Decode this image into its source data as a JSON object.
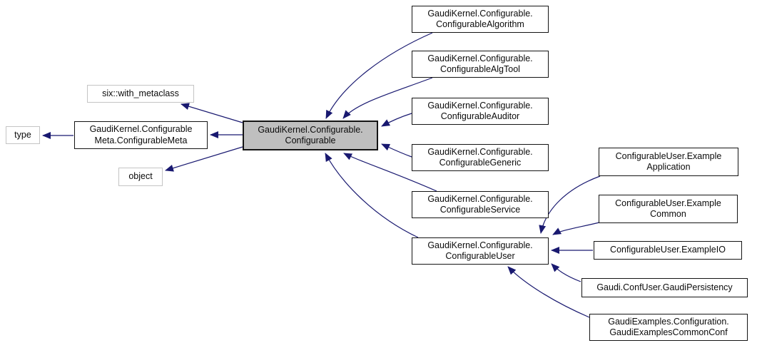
{
  "diagram": {
    "type": "inheritance-graph",
    "colors": {
      "background": "#ffffff",
      "edge": "#191970",
      "node_border": "#141414",
      "external_border": "#c4c4c4",
      "node_fill": "#ffffff",
      "focus_fill": "#bfbfbf"
    },
    "nodes": [
      {
        "id": "type",
        "label": "type"
      },
      {
        "id": "six_with_metaclass",
        "label": "six::with_metaclass"
      },
      {
        "id": "configurable_meta",
        "label": "GaudiKernel.Configurable\nMeta.ConfigurableMeta"
      },
      {
        "id": "object",
        "label": "object"
      },
      {
        "id": "configurable",
        "label": "GaudiKernel.Configurable.\nConfigurable"
      },
      {
        "id": "configurable_algorithm",
        "label": "GaudiKernel.Configurable.\nConfigurableAlgorithm"
      },
      {
        "id": "configurable_algtool",
        "label": "GaudiKernel.Configurable.\nConfigurableAlgTool"
      },
      {
        "id": "configurable_auditor",
        "label": "GaudiKernel.Configurable.\nConfigurableAuditor"
      },
      {
        "id": "configurable_generic",
        "label": "GaudiKernel.Configurable.\nConfigurableGeneric"
      },
      {
        "id": "configurable_service",
        "label": "GaudiKernel.Configurable.\nConfigurableService"
      },
      {
        "id": "configurable_user",
        "label": "GaudiKernel.Configurable.\nConfigurableUser"
      },
      {
        "id": "example_application",
        "label": "ConfigurableUser.Example\nApplication"
      },
      {
        "id": "example_common",
        "label": "ConfigurableUser.Example\nCommon"
      },
      {
        "id": "example_io",
        "label": "ConfigurableUser.ExampleIO"
      },
      {
        "id": "gaudi_persistency",
        "label": "Gaudi.ConfUser.GaudiPersistency"
      },
      {
        "id": "gaudi_examples_common_conf",
        "label": "GaudiExamples.Configuration.\nGaudiExamplesCommonConf"
      }
    ],
    "edges": [
      {
        "from": "configurable",
        "to": "six_with_metaclass"
      },
      {
        "from": "configurable",
        "to": "configurable_meta"
      },
      {
        "from": "configurable",
        "to": "object"
      },
      {
        "from": "configurable_meta",
        "to": "type"
      },
      {
        "from": "configurable_algorithm",
        "to": "configurable"
      },
      {
        "from": "configurable_algtool",
        "to": "configurable"
      },
      {
        "from": "configurable_auditor",
        "to": "configurable"
      },
      {
        "from": "configurable_generic",
        "to": "configurable"
      },
      {
        "from": "configurable_service",
        "to": "configurable"
      },
      {
        "from": "configurable_user",
        "to": "configurable"
      },
      {
        "from": "example_application",
        "to": "configurable_user"
      },
      {
        "from": "example_common",
        "to": "configurable_user"
      },
      {
        "from": "example_io",
        "to": "configurable_user"
      },
      {
        "from": "gaudi_persistency",
        "to": "configurable_user"
      },
      {
        "from": "gaudi_examples_common_conf",
        "to": "configurable_user"
      }
    ]
  }
}
